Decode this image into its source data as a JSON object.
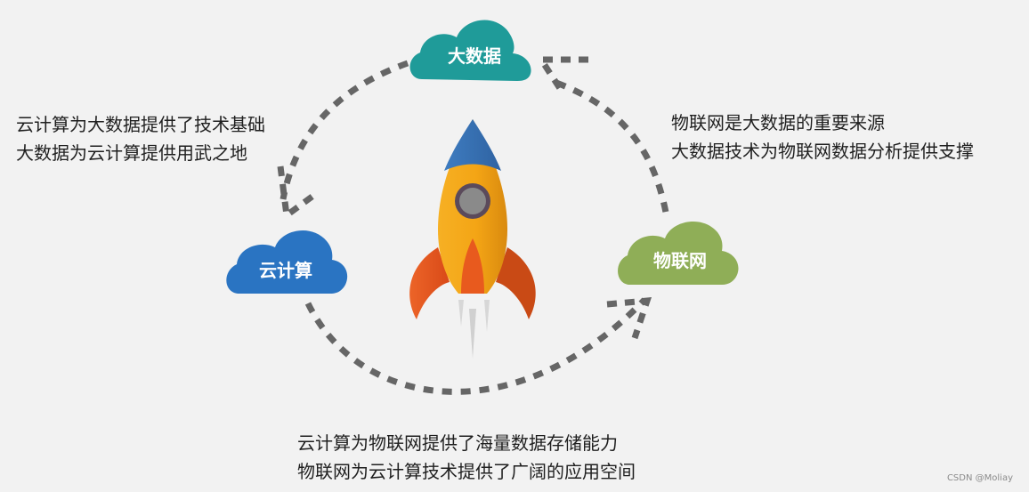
{
  "nodes": {
    "top": {
      "label": "大数据",
      "color": "#1f9b99"
    },
    "left": {
      "label": "云计算",
      "color": "#2a74c2"
    },
    "right": {
      "label": "物联网",
      "color": "#8fae57"
    }
  },
  "relations": {
    "top_left": {
      "line1": "云计算为大数据提供了技术基础",
      "line2": "大数据为云计算提供用武之地"
    },
    "top_right": {
      "line1": "物联网是大数据的重要来源",
      "line2": "大数据技术为物联网数据分析提供支撑"
    },
    "bottom": {
      "line1": "云计算为物联网提供了海量数据存储能力",
      "line2": "物联网为云计算技术提供了广阔的应用空间"
    }
  },
  "rocket": {
    "body_color": "#f4a515",
    "shadow_color": "#df8d0f",
    "nose_color": "#3b73b8",
    "fin_color": "#e85a1e",
    "window_ring": "#5b4a5b",
    "window_glass": "#8a8a8a"
  },
  "watermark": "CSDN @Moliay"
}
